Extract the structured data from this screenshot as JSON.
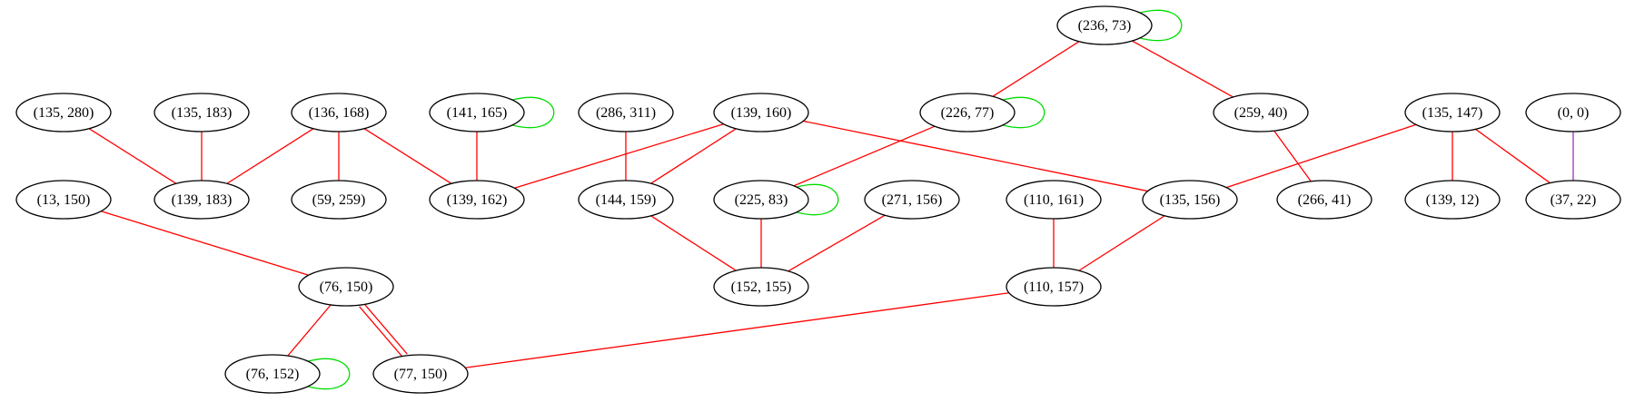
{
  "colors": {
    "edge_default": "#ff0000",
    "self_loop": "#00dd00",
    "edge_purple": "#9933bb",
    "node_stroke": "#000000",
    "background": "#ffffff"
  },
  "nodes": [
    {
      "id": "n_236_73",
      "label": "(236, 73)"
    },
    {
      "id": "n_135_280",
      "label": "(135, 280)"
    },
    {
      "id": "n_135_183",
      "label": "(135, 183)"
    },
    {
      "id": "n_136_168",
      "label": "(136, 168)"
    },
    {
      "id": "n_141_165",
      "label": "(141, 165)"
    },
    {
      "id": "n_286_311",
      "label": "(286, 311)"
    },
    {
      "id": "n_139_160",
      "label": "(139, 160)"
    },
    {
      "id": "n_226_77",
      "label": "(226, 77)"
    },
    {
      "id": "n_259_40",
      "label": "(259, 40)"
    },
    {
      "id": "n_135_147",
      "label": "(135, 147)"
    },
    {
      "id": "n_0_0",
      "label": "(0, 0)"
    },
    {
      "id": "n_13_150",
      "label": "(13, 150)"
    },
    {
      "id": "n_139_183",
      "label": "(139, 183)"
    },
    {
      "id": "n_59_259",
      "label": "(59, 259)"
    },
    {
      "id": "n_139_162",
      "label": "(139, 162)"
    },
    {
      "id": "n_144_159",
      "label": "(144, 159)"
    },
    {
      "id": "n_225_83",
      "label": "(225, 83)"
    },
    {
      "id": "n_271_156",
      "label": "(271, 156)"
    },
    {
      "id": "n_110_161",
      "label": "(110, 161)"
    },
    {
      "id": "n_135_156",
      "label": "(135, 156)"
    },
    {
      "id": "n_266_41",
      "label": "(266, 41)"
    },
    {
      "id": "n_139_12",
      "label": "(139, 12)"
    },
    {
      "id": "n_37_22",
      "label": "(37, 22)"
    },
    {
      "id": "n_76_150",
      "label": "(76, 150)"
    },
    {
      "id": "n_152_155",
      "label": "(152, 155)"
    },
    {
      "id": "n_110_157",
      "label": "(110, 157)"
    },
    {
      "id": "n_76_152",
      "label": "(76, 152)"
    },
    {
      "id": "n_77_150",
      "label": "(77, 150)"
    }
  ],
  "edges": [
    {
      "from": "n_236_73",
      "to": "n_236_73",
      "color": "self_loop"
    },
    {
      "from": "n_236_73",
      "to": "n_226_77",
      "color": "edge_default"
    },
    {
      "from": "n_236_73",
      "to": "n_259_40",
      "color": "edge_default"
    },
    {
      "from": "n_226_77",
      "to": "n_226_77",
      "color": "self_loop"
    },
    {
      "from": "n_226_77",
      "to": "n_225_83",
      "color": "edge_default"
    },
    {
      "from": "n_259_40",
      "to": "n_266_41",
      "color": "edge_default"
    },
    {
      "from": "n_141_165",
      "to": "n_141_165",
      "color": "self_loop"
    },
    {
      "from": "n_141_165",
      "to": "n_139_162",
      "color": "edge_default"
    },
    {
      "from": "n_135_280",
      "to": "n_139_183",
      "color": "edge_default"
    },
    {
      "from": "n_135_183",
      "to": "n_139_183",
      "color": "edge_default"
    },
    {
      "from": "n_136_168",
      "to": "n_139_183",
      "color": "edge_default"
    },
    {
      "from": "n_136_168",
      "to": "n_59_259",
      "color": "edge_default"
    },
    {
      "from": "n_136_168",
      "to": "n_139_162",
      "color": "edge_default"
    },
    {
      "from": "n_286_311",
      "to": "n_144_159",
      "color": "edge_default"
    },
    {
      "from": "n_139_160",
      "to": "n_139_162",
      "color": "edge_default"
    },
    {
      "from": "n_139_160",
      "to": "n_144_159",
      "color": "edge_default"
    },
    {
      "from": "n_139_160",
      "to": "n_135_156",
      "color": "edge_default"
    },
    {
      "from": "n_135_147",
      "to": "n_135_156",
      "color": "edge_default"
    },
    {
      "from": "n_135_147",
      "to": "n_139_12",
      "color": "edge_default"
    },
    {
      "from": "n_135_147",
      "to": "n_37_22",
      "color": "edge_default"
    },
    {
      "from": "n_0_0",
      "to": "n_37_22",
      "color": "edge_purple"
    },
    {
      "from": "n_225_83",
      "to": "n_225_83",
      "color": "self_loop"
    },
    {
      "from": "n_225_83",
      "to": "n_152_155",
      "color": "edge_default"
    },
    {
      "from": "n_144_159",
      "to": "n_152_155",
      "color": "edge_default"
    },
    {
      "from": "n_271_156",
      "to": "n_152_155",
      "color": "edge_default"
    },
    {
      "from": "n_110_161",
      "to": "n_110_157",
      "color": "edge_default"
    },
    {
      "from": "n_135_156",
      "to": "n_110_157",
      "color": "edge_default"
    },
    {
      "from": "n_13_150",
      "to": "n_76_150",
      "color": "edge_default"
    },
    {
      "from": "n_76_150",
      "to": "n_76_152",
      "color": "edge_default"
    },
    {
      "from": "n_76_150",
      "to": "n_77_150",
      "color": "edge_default",
      "parallel": 2
    },
    {
      "from": "n_76_152",
      "to": "n_76_152",
      "color": "self_loop"
    },
    {
      "from": "n_110_157",
      "to": "n_77_150",
      "color": "edge_default"
    }
  ]
}
